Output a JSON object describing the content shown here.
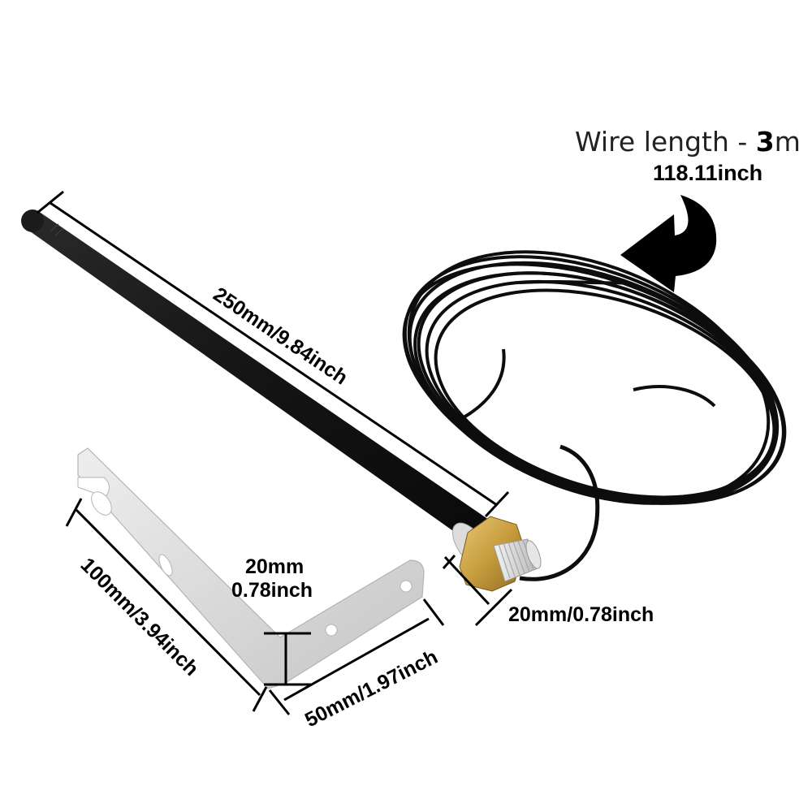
{
  "product": {
    "type": "external antenna with mounting bracket and coaxial cable"
  },
  "wire": {
    "title_prefix": "Wire length - ",
    "title_value": "3",
    "title_unit": "m",
    "subtitle": "118.11inch"
  },
  "dimensions": {
    "antenna_length": "250mm/9.84inch",
    "connector_width": "20mm/0.78inch",
    "bracket_long_arm": "100mm/3.94inch",
    "bracket_short_arm": "50mm/1.97inch",
    "bracket_width_line1": "20mm",
    "bracket_width_line2": "0.78inch"
  },
  "colors": {
    "antenna": "#141414",
    "cable": "#0d0d0d",
    "bracket": "#d9d9d9",
    "brass_nut": "#c9a24a",
    "thread": "#d8d8d8",
    "dimension_line": "#000000"
  },
  "icons": {
    "curved_arrow": "curved-arrow-pointing-left"
  }
}
